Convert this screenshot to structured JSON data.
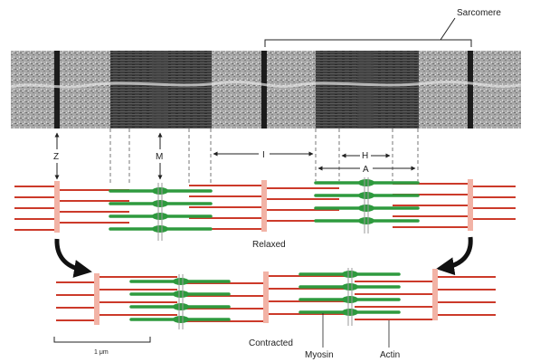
{
  "labels": {
    "sarcomere": "Sarcomere",
    "z": "Z",
    "m": "M",
    "i": "I",
    "h": "H",
    "a": "A",
    "relaxed": "Relaxed",
    "contracted": "Contracted",
    "myosin": "Myosin",
    "actin": "Actin",
    "scale": "1 μm"
  },
  "colors": {
    "actin": "#cc3a2a",
    "myosin": "#2e9a3e",
    "z_disc": "#f2b3a6",
    "m_line": "#999999",
    "arrow": "#111111",
    "photo_bg": "#9a9a9a"
  },
  "icons": {
    "transition": "curved-arrow-icon"
  }
}
